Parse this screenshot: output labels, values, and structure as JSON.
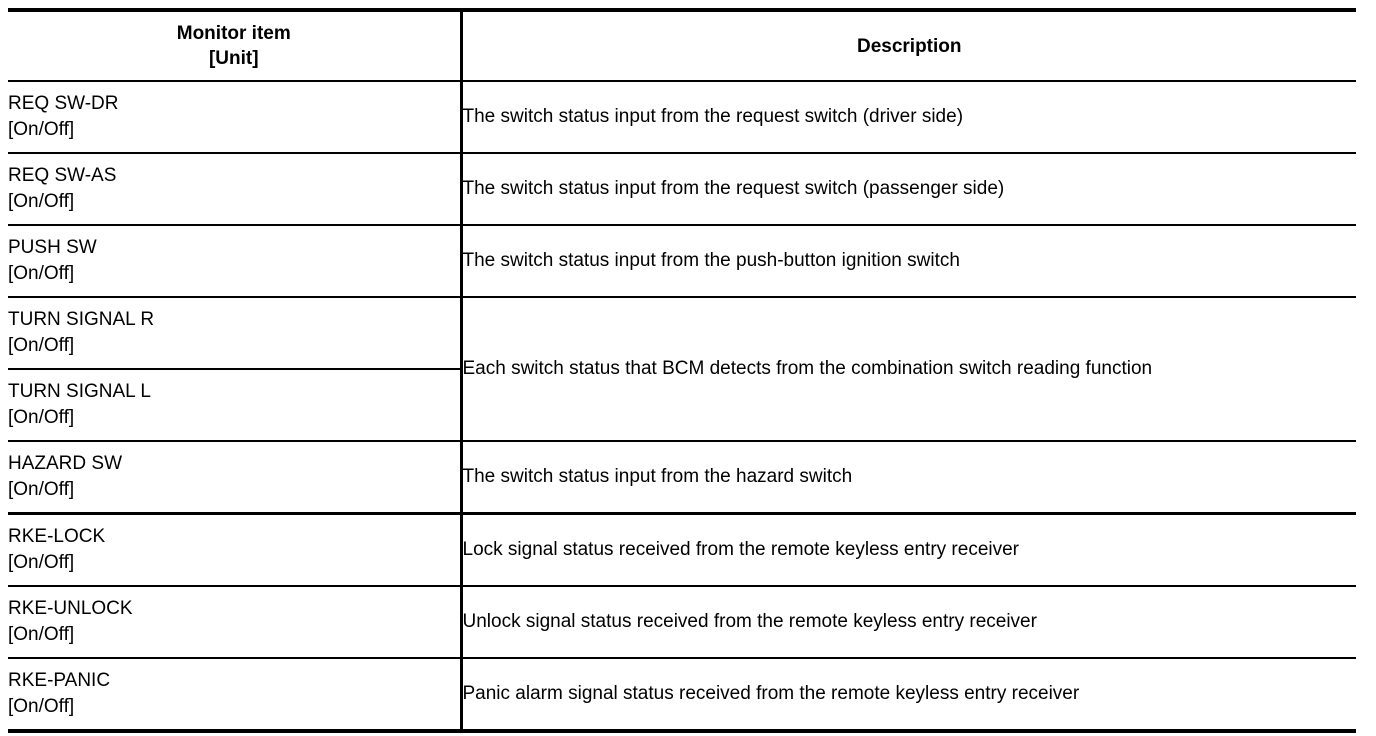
{
  "table": {
    "headers": {
      "monitor_item_line1": "Monitor item",
      "monitor_item_line2": "[Unit]",
      "description": "Description"
    },
    "rows": [
      {
        "item": "REQ SW-DR",
        "unit": "[On/Off]",
        "description": "The switch status input from the request switch (driver side)"
      },
      {
        "item": "REQ SW-AS",
        "unit": "[On/Off]",
        "description": "The switch status input from the request switch (passenger side)"
      },
      {
        "item": "PUSH SW",
        "unit": "[On/Off]",
        "description": "The switch status input from the push-button ignition switch"
      },
      {
        "item": "TURN SIGNAL R",
        "unit": "[On/Off]",
        "description": "Each switch status that BCM detects from the combination switch reading function"
      },
      {
        "item": "TURN SIGNAL L",
        "unit": "[On/Off]",
        "description": ""
      },
      {
        "item": "HAZARD SW",
        "unit": "[On/Off]",
        "description": "The switch status input from the hazard switch"
      },
      {
        "item": "RKE-LOCK",
        "unit": "[On/Off]",
        "description": "Lock signal status received from the remote keyless entry receiver"
      },
      {
        "item": "RKE-UNLOCK",
        "unit": "[On/Off]",
        "description": "Unlock signal status received from the remote keyless entry receiver"
      },
      {
        "item": "RKE-PANIC",
        "unit": "[On/Off]",
        "description": "Panic alarm signal status received from the remote keyless entry receiver"
      }
    ]
  },
  "colors": {
    "text": "#000000",
    "background": "#ffffff",
    "rule": "#000000"
  }
}
